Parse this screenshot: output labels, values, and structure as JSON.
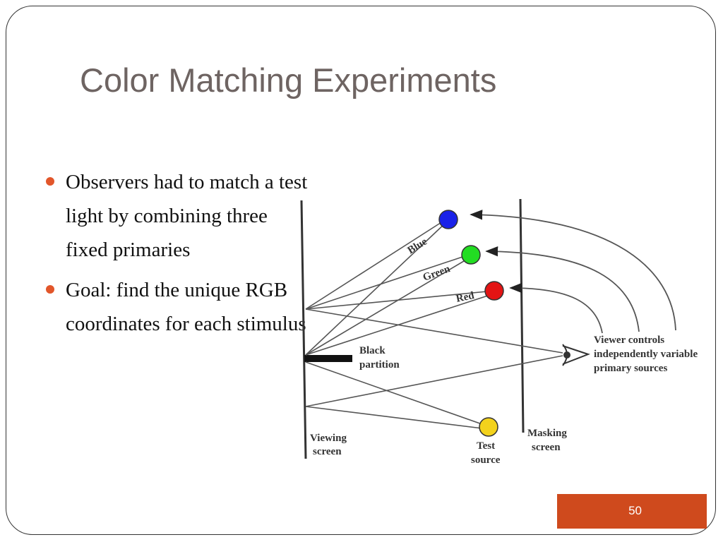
{
  "slide": {
    "title": "Color Matching Experiments",
    "page_number": "50",
    "accent_color": "#cf4a1d"
  },
  "bullets": [
    {
      "text": "Observers had to match a test light by combining three fixed primaries"
    },
    {
      "text": "Goal: find the unique RGB coordinates for each stimulus"
    }
  ],
  "diagram": {
    "primaries": [
      {
        "label": "Blue",
        "color": "#1a22e8"
      },
      {
        "label": "Green",
        "color": "#22dd22"
      },
      {
        "label": "Red",
        "color": "#e31414"
      }
    ],
    "test_source": {
      "label_line1": "Test",
      "label_line2": "source",
      "color": "#f3d21c"
    },
    "black_partition": {
      "line1": "Black",
      "line2": "partition"
    },
    "viewer_controls": {
      "line1": "Viewer controls",
      "line2": "independently variable",
      "line3": "primary sources"
    },
    "viewing_screen": {
      "line1": "Viewing",
      "line2": "screen"
    },
    "masking_screen": {
      "line1": "Masking",
      "line2": "screen"
    }
  }
}
